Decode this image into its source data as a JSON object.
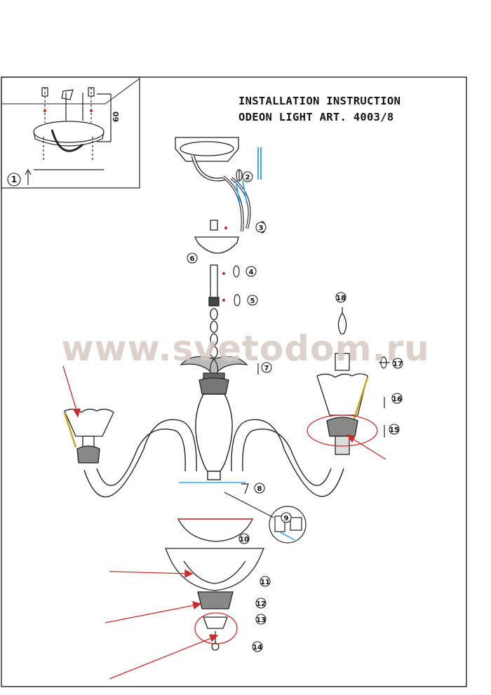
{
  "header": {
    "title_line1": "INSTALLATION INSTRUCTION",
    "title_line2": "ODEON LIGHT ART. 4003/8"
  },
  "watermark": "www.svetodom.ru",
  "inset": {
    "dimension_label": "60"
  },
  "callouts": [
    "1",
    "2",
    "3",
    "4",
    "5",
    "6",
    "7",
    "8",
    "9",
    "10",
    "11",
    "12",
    "13",
    "14",
    "15",
    "16",
    "17",
    "18"
  ],
  "colors": {
    "line": "#222222",
    "arrow": "#cc2b2b",
    "wire": "#3fa9f5",
    "accent": "#c9a227"
  }
}
